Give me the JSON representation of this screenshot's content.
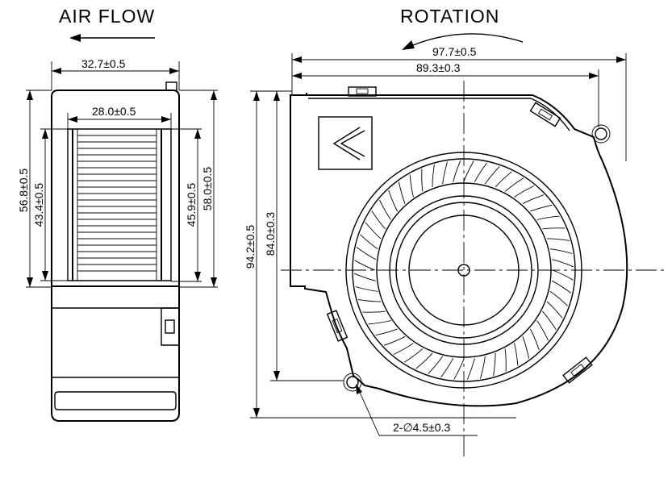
{
  "titles": {
    "air_flow": "AIR FLOW",
    "rotation": "ROTATION"
  },
  "dimensions": {
    "side_width": "32.7±0.5",
    "inlet_width": "28.0±0.5",
    "height_outer": "56.8±0.5",
    "height_inner": "43.4±0.5",
    "height_right_inner": "45.9±0.5",
    "height_right_outer": "58.0±0.5",
    "front_width_outer": "97.7±0.5",
    "front_width_holes": "89.3±0.3",
    "front_height_outer": "94.2±0.5",
    "front_height_holes": "84.0±0.3",
    "mounting_holes": "2-∅4.5±0.3"
  }
}
